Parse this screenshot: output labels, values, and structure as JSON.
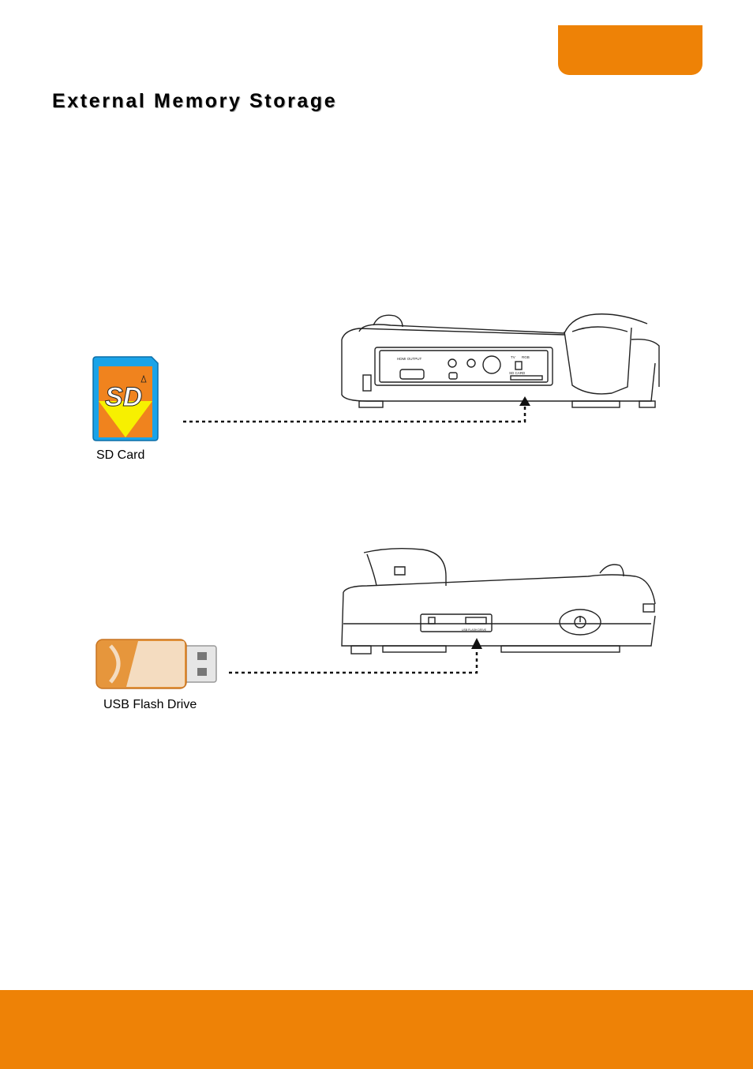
{
  "header": {
    "title": "External Memory Storage"
  },
  "figures": {
    "sd_card": {
      "caption": "SD Card",
      "card_logo_text": "SD",
      "icon": "sd-card-icon"
    },
    "usb_drive": {
      "caption": "USB Flash Drive",
      "icon": "usb-flash-drive-icon"
    },
    "device_side_labels": [
      "HDMI OUTPUT",
      "TV",
      "RGB",
      "SD CARD",
      "USB FLASH DRIVE"
    ]
  },
  "colors": {
    "accent": "#ee8206",
    "sd_blue": "#1aa3e8",
    "sd_orange": "#f0831e",
    "sd_yellow": "#f7f000",
    "usb_orange": "#e6963c",
    "usb_cream": "#f4dcc0"
  }
}
